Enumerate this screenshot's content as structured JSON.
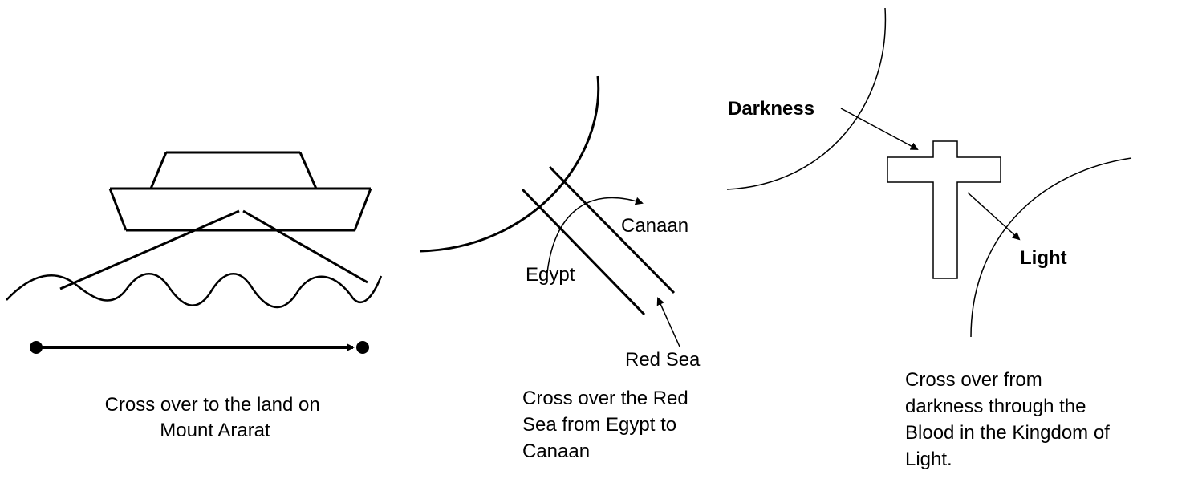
{
  "panels": [
    {
      "id": "ark",
      "caption_lines": [
        "Cross over to the land on",
        "Mount Ararat"
      ]
    },
    {
      "id": "red-sea",
      "labels": {
        "canaan": "Canaan",
        "egypt": "Egypt",
        "red_sea": "Red Sea"
      },
      "caption_lines": [
        "Cross over the Red",
        "Sea from Egypt to",
        "Canaan"
      ]
    },
    {
      "id": "cross",
      "labels": {
        "darkness": "Darkness",
        "light": "Light"
      },
      "caption_lines": [
        "Cross over from",
        "darkness through the",
        "Blood in the Kingdom of",
        "Light."
      ]
    }
  ]
}
